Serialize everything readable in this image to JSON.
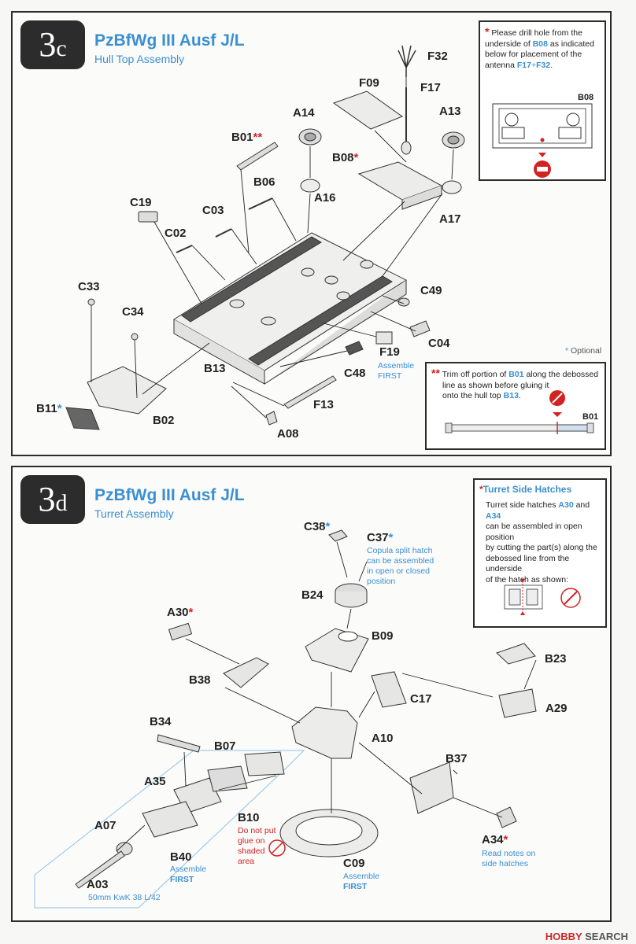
{
  "step3c": {
    "number_main": "3",
    "number_suffix": "c",
    "title": "PzBfWg III Ausf J/L",
    "subtitle": "Hull Top Assembly",
    "parts": {
      "F32": "F32",
      "F09": "F09",
      "F17": "F17",
      "A14": "A14",
      "A13": "A13",
      "B01": "B01",
      "B01_mark": "**",
      "B06": "B06",
      "B08": "B08",
      "B08_mark": "*",
      "A16": "A16",
      "C19": "C19",
      "C03": "C03",
      "A17": "A17",
      "C02": "C02",
      "C33": "C33",
      "C49": "C49",
      "C34": "C34",
      "C04": "C04",
      "F19": "F19",
      "B13": "B13",
      "C48": "C48",
      "B11": "B11",
      "B11_mark": "*",
      "F13": "F13",
      "B02": "B02",
      "A08": "A08"
    },
    "f19_note_line1": "Assemble",
    "f19_note_line2": "FIRST",
    "drill_note": {
      "mark": "*",
      "line1_a": "Please drill hole from the",
      "line2_a": "underside of ",
      "line2_b": "B08",
      "line2_c": " as indicated",
      "line3": "below for placement of the",
      "line4_a": "antenna ",
      "line4_b": "F17",
      "line4_c": "+",
      "line4_d": "F32",
      "line4_e": ".",
      "part_label": "B08"
    },
    "optional_legend": {
      "mark": "*",
      "text": "Optional"
    },
    "trim_note": {
      "mark": "**",
      "line1_a": "Trim off portion of ",
      "line1_b": "B01",
      "line1_c": " along the debossed",
      "line2": "line as shown before gluing it",
      "line3_a": "onto the hull top ",
      "line3_b": "B13",
      "line3_c": ".",
      "part_label": "B01"
    }
  },
  "step3d": {
    "number_main": "3",
    "number_suffix": "d",
    "title": "PzBfWg III Ausf J/L",
    "subtitle": "Turret Assembly",
    "parts": {
      "C38": "C38",
      "C38_mark": "*",
      "C37": "C37",
      "C37_mark": "*",
      "B24": "B24",
      "A30": "A30",
      "A30_mark": "*",
      "B09": "B09",
      "B23": "B23",
      "B38": "B38",
      "C17": "C17",
      "A29": "A29",
      "B34": "B34",
      "A10": "A10",
      "B07": "B07",
      "B37": "B37",
      "A35": "A35",
      "B10": "B10",
      "A07": "A07",
      "A34": "A34",
      "A34_mark": "*",
      "B40": "B40",
      "C09": "C09",
      "A03": "A03"
    },
    "c37_note": [
      "Copula split hatch",
      "can be assembled",
      "in open or closed",
      "position"
    ],
    "b10_note": [
      "Do not put",
      "glue on",
      "shaded",
      "area"
    ],
    "b40_note": [
      "Assemble",
      "FIRST"
    ],
    "c09_note": [
      "Assemble",
      "FIRST"
    ],
    "a34_note": [
      "Read notes on",
      "side hatches"
    ],
    "a03_note": "50mm KwK 38 L/42",
    "hatch_box": {
      "mark": "*",
      "title": "Turret Side Hatches",
      "line1_a": "Turret side hatches ",
      "line1_b": "A30",
      "line1_c": " and ",
      "line1_d": "A34",
      "line2": "can be assembled in open position",
      "line3": "by cutting the part(s) along the",
      "line4": "debossed line from the underside",
      "line5": "of the hatch as shown:"
    }
  },
  "watermark": {
    "brand": "HOBBY",
    "rest": " SEARCH"
  },
  "colors": {
    "accent_blue": "#3b8fd0",
    "warning_red": "#d32222",
    "frame": "#2b2b2b"
  }
}
